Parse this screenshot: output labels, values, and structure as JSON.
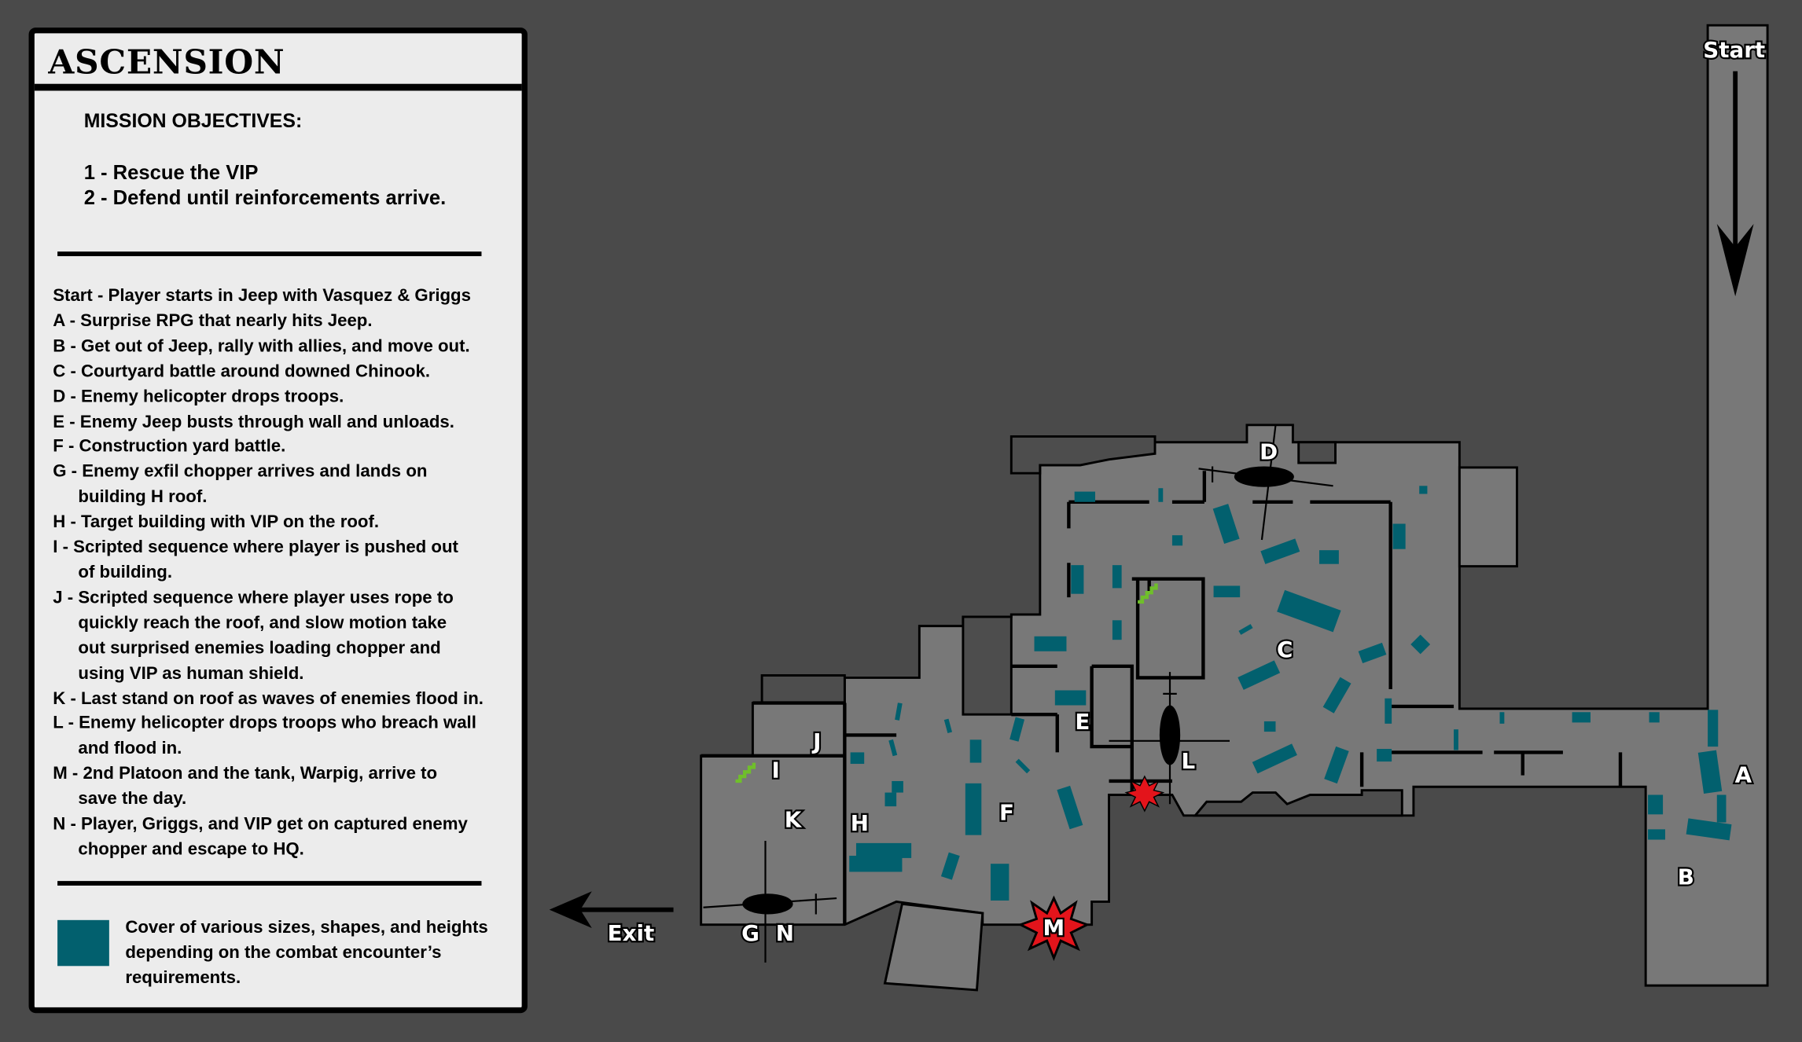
{
  "panel": {
    "title": "ASCENSION",
    "objectives_heading": "MISSION OBJECTIVES:",
    "objectives": [
      "1 - Rescue the VIP",
      "2 - Defend until reinforcements arrive."
    ],
    "events": [
      {
        "text": "Start - Player starts in Jeep with Vasquez & Griggs",
        "cont": ""
      },
      {
        "text": "A -  Surprise RPG that nearly hits Jeep.",
        "cont": ""
      },
      {
        "text": "B - Get out of Jeep, rally with allies, and move out.",
        "cont": ""
      },
      {
        "text": "C - Courtyard battle around downed Chinook.",
        "cont": ""
      },
      {
        "text": "D - Enemy helicopter drops troops.",
        "cont": ""
      },
      {
        "text": "E - Enemy Jeep busts through wall and unloads.",
        "cont": ""
      },
      {
        "text": "F -  Construction yard battle.",
        "cont": ""
      },
      {
        "text": "G - Enemy exfil chopper arrives and lands on",
        "cont": "building H roof."
      },
      {
        "text": "H - Target building with VIP on the roof.",
        "cont": ""
      },
      {
        "text": "I - Scripted sequence where player is pushed out",
        "cont": "of building."
      },
      {
        "text": "J - Scripted sequence where player uses rope to",
        "cont": "quickly reach the roof, and slow motion take\nout surprised enemies loading chopper and\nusing VIP as human shield."
      },
      {
        "text": "K - Last stand on roof as waves of enemies flood in.",
        "cont": ""
      },
      {
        "text": "L - Enemy helicopter drops troops who breach wall",
        "cont": "and flood in."
      },
      {
        "text": "M - 2nd Platoon and the tank, Warpig, arrive to",
        "cont": "save the day."
      },
      {
        "text": "N - Player, Griggs, and VIP get on captured enemy",
        "cont": "chopper and escape to HQ."
      }
    ],
    "legend": "Cover of various sizes, shapes, and heights depending on the combat encounter’s requirements."
  },
  "map": {
    "start_label": "Start",
    "exit_label": "Exit",
    "markers": {
      "A": "A",
      "B": "B",
      "C": "C",
      "D": "D",
      "E": "E",
      "F": "F",
      "G": "G",
      "H": "H",
      "I": "I",
      "J": "J",
      "K": "K",
      "L": "L",
      "M": "M",
      "N": "N"
    },
    "colors": {
      "background": "#4a4a4a",
      "floor": "#787878",
      "cover": "#02606e",
      "explosion": "#e3141b",
      "stairs": "#6fbf2a"
    }
  }
}
